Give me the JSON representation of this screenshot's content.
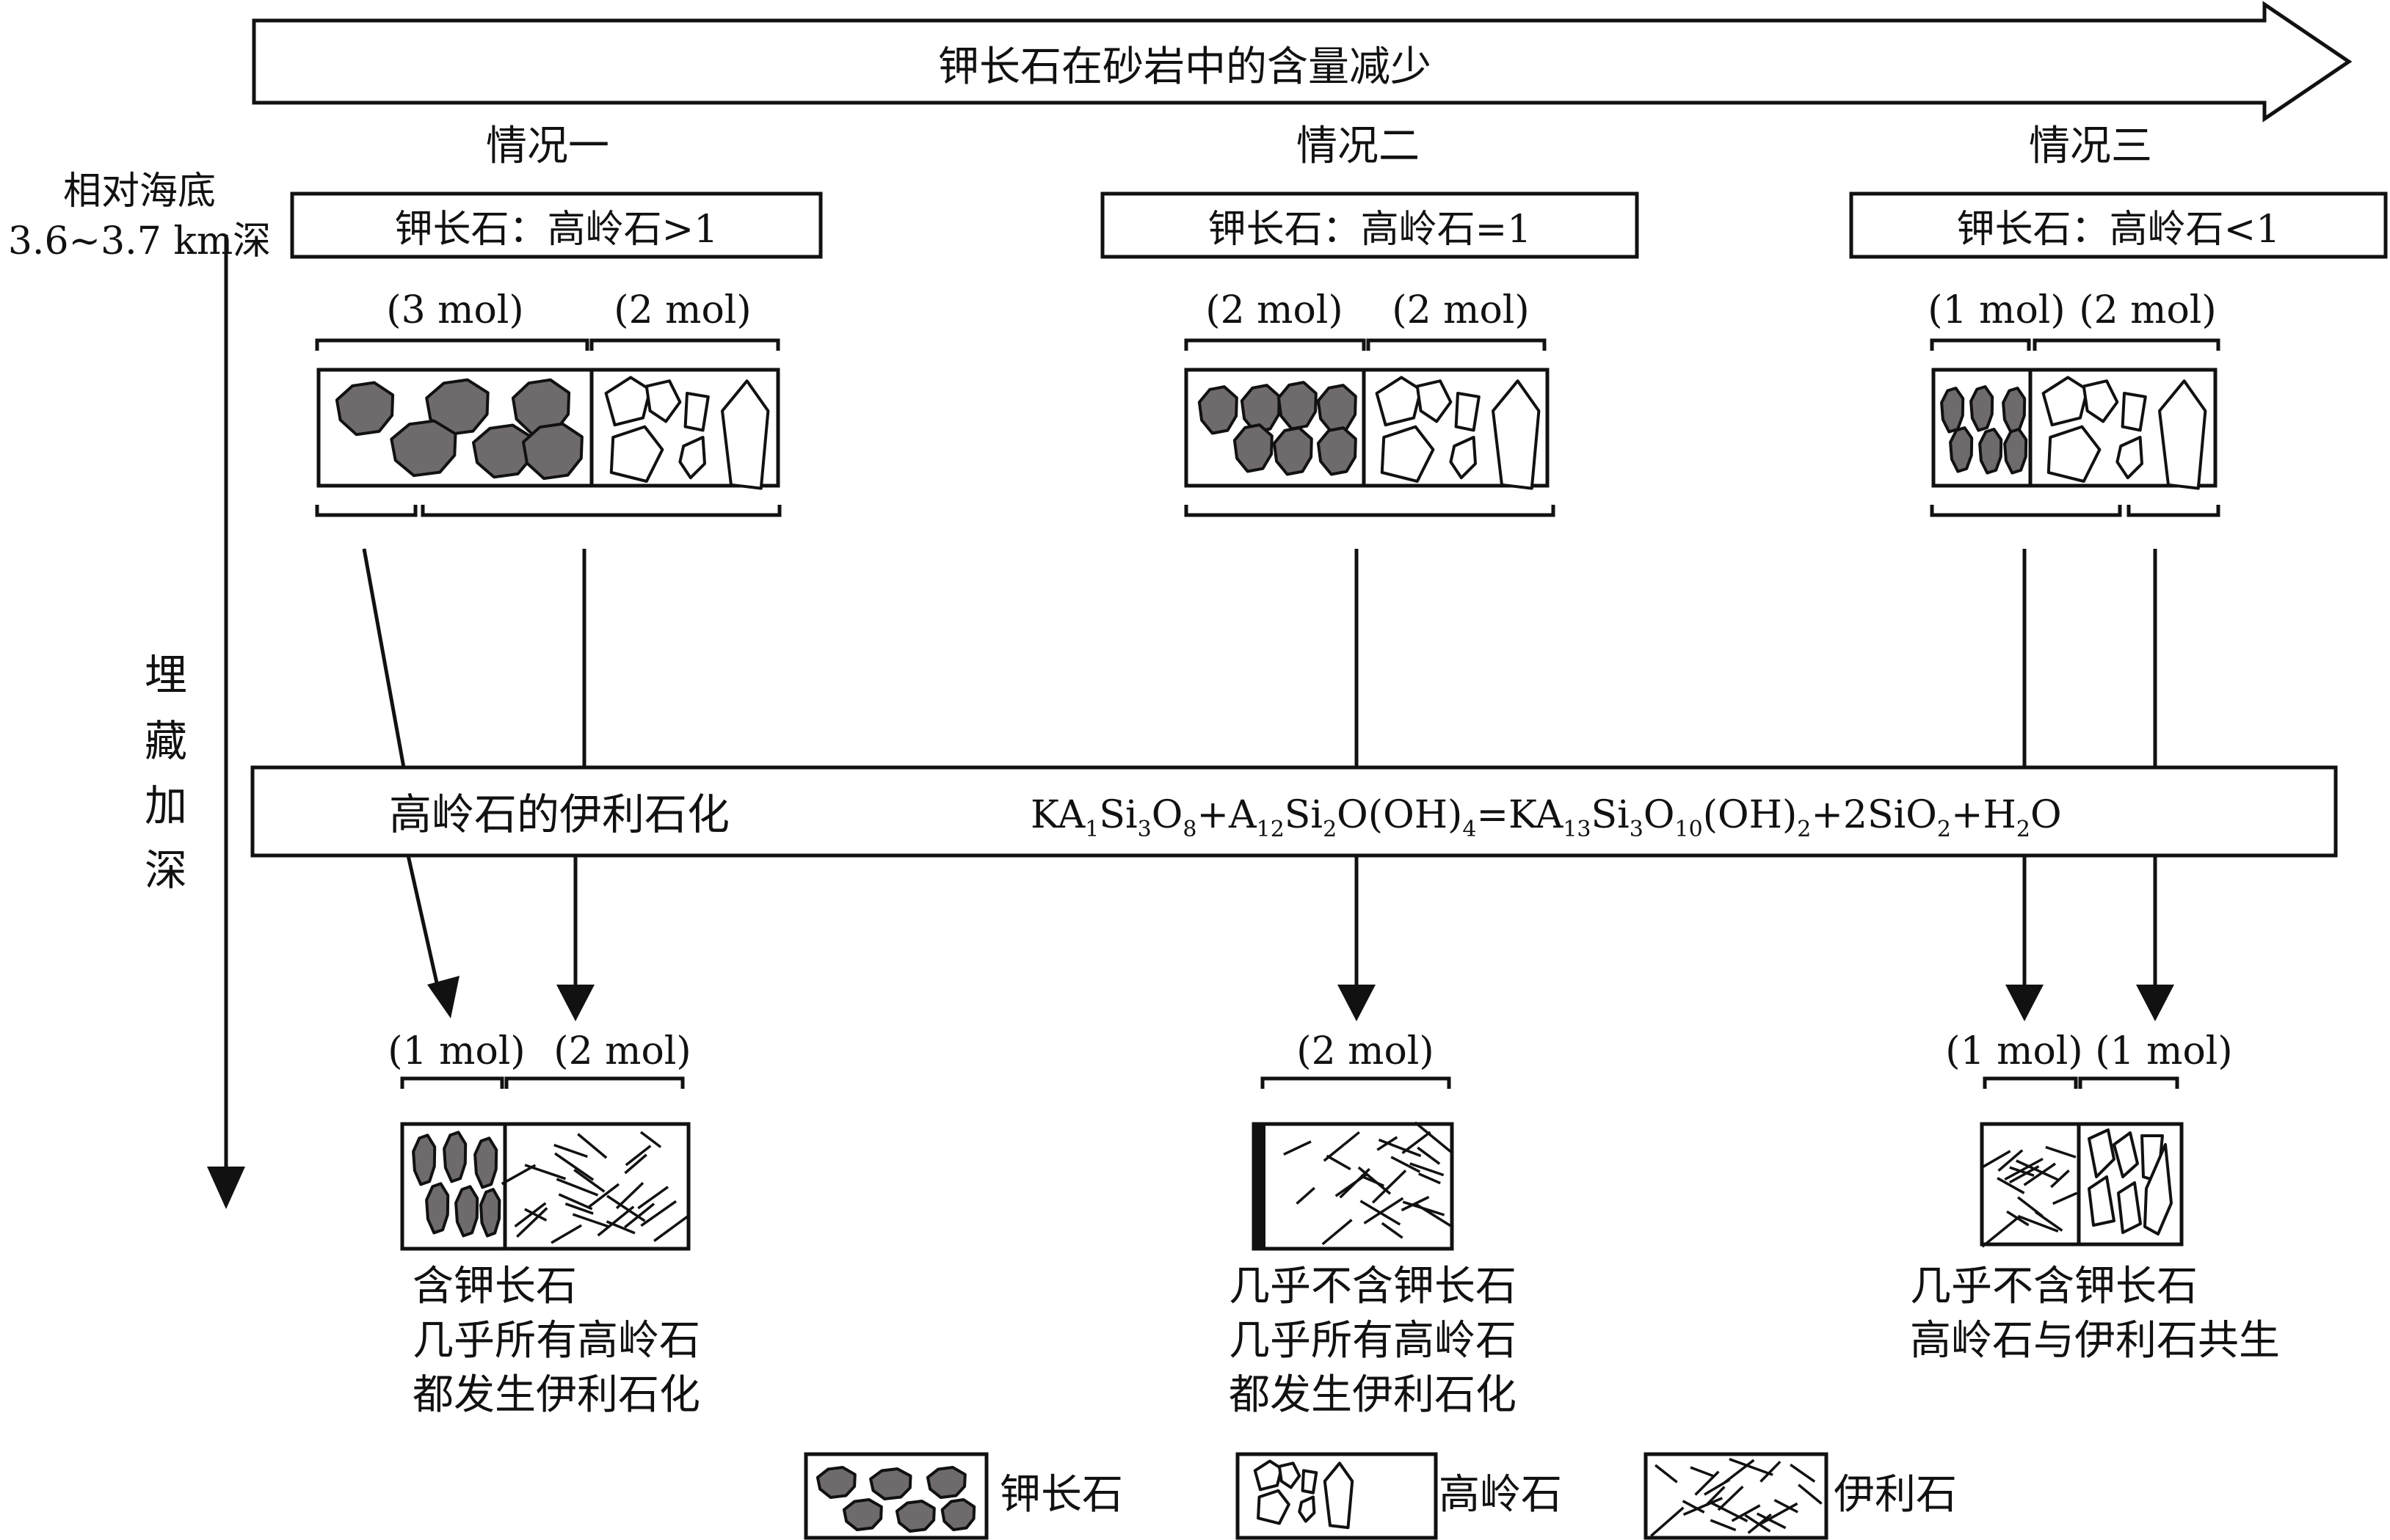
{
  "top_arrow_label": "钾长石在砂岩中的含量减少",
  "depth_label": {
    "line1": "相对海底",
    "line2": "3.6~3.7 km深"
  },
  "burial_label": [
    "埋",
    "藏",
    "加",
    "深"
  ],
  "cases": [
    {
      "title": "情况一",
      "ratio": "钾长石：高岭石>1",
      "mol_top": [
        "(3 mol)",
        "(2 mol)"
      ],
      "mol_bottom": [
        "(1 mol)",
        "(2 mol)"
      ],
      "result": [
        "含钾长石",
        "几乎所有高岭石",
        "都发生伊利石化"
      ]
    },
    {
      "title": "情况二",
      "ratio": "钾长石：高岭石=1",
      "mol_top": [
        "(2 mol)",
        "(2 mol)"
      ],
      "mol_bottom": [
        "(2 mol)"
      ],
      "result": [
        "几乎不含钾长石",
        "几乎所有高岭石",
        "都发生伊利石化"
      ]
    },
    {
      "title": "情况三",
      "ratio": "钾长石：高岭石<1",
      "mol_top": [
        "(1 mol)",
        "(2 mol)"
      ],
      "mol_bottom": [
        "(1 mol)",
        "(1 mol)"
      ],
      "result": [
        "几乎不含钾长石",
        "高岭石与伊利石共生"
      ]
    }
  ],
  "process": {
    "name": "高岭石的伊利石化",
    "equation": [
      {
        "t": "KA"
      },
      {
        "s": "1"
      },
      {
        "t": "Si"
      },
      {
        "s": "3"
      },
      {
        "t": "O"
      },
      {
        "s": "8"
      },
      {
        "t": "+A"
      },
      {
        "s": "12"
      },
      {
        "t": "Si"
      },
      {
        "s": "2"
      },
      {
        "t": "O(OH)"
      },
      {
        "s": "4"
      },
      {
        "t": "=KA"
      },
      {
        "s": "13"
      },
      {
        "t": "Si"
      },
      {
        "s": "3"
      },
      {
        "t": "O"
      },
      {
        "s": "10"
      },
      {
        "t": "(OH)"
      },
      {
        "s": "2"
      },
      {
        "t": "+2SiO"
      },
      {
        "s": "2"
      },
      {
        "t": "+H"
      },
      {
        "s": "2"
      },
      {
        "t": "O"
      }
    ]
  },
  "legend": [
    {
      "key": "feldspar",
      "label": "钾长石"
    },
    {
      "key": "kaolinite",
      "label": "高岭石"
    },
    {
      "key": "illite",
      "label": "伊利石"
    }
  ],
  "colors": {
    "feldspar": "#6f6a6b",
    "line": "#111111"
  }
}
